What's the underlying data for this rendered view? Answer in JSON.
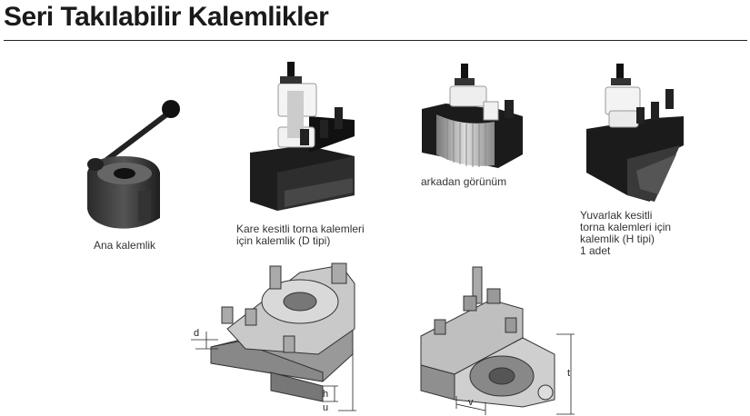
{
  "page": {
    "title": "Seri Takılabilir Kalemlikler"
  },
  "captions": {
    "ana": "Ana kalemlik",
    "kare": "Kare kesitli torna kalemleri\niçin kalemlik (D tipi)",
    "arkadan": "arkadan görünüm",
    "yuvarlak": "Yuvarlak kesitli\ntorna kalemleri için\nkalemlik (H tipi)\n1 adet"
  },
  "dimensions": {
    "d": "d",
    "h": "h",
    "u": "u",
    "v": "v",
    "t": "t"
  }
}
